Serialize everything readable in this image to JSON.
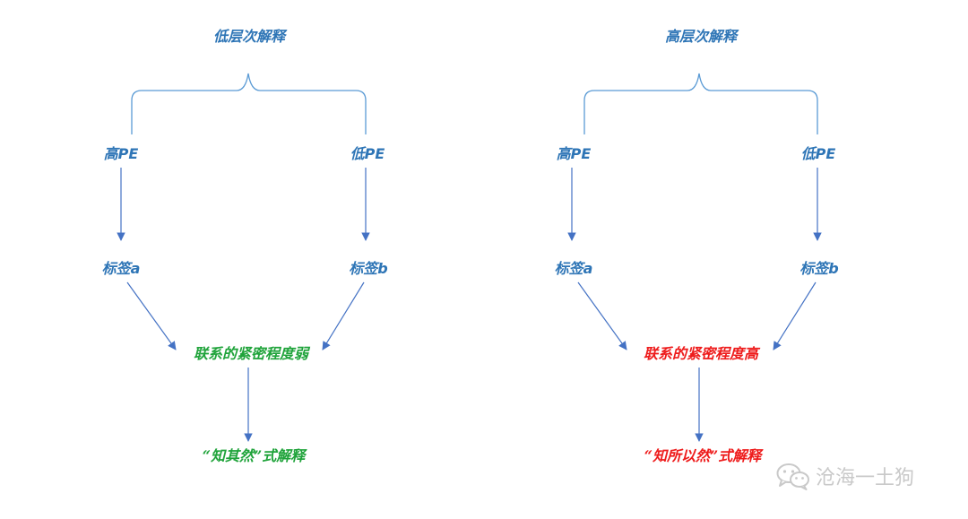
{
  "colors": {
    "line": "#4472c4",
    "brace": "#5b9bd5",
    "label_blue": "#2e75b6",
    "label_green": "#1fa33a",
    "label_red": "#ee1b1b",
    "watermark": "#c9c9c9"
  },
  "left": {
    "title": "低层次解释",
    "high_pe": "高PE",
    "low_pe": "低PE",
    "tag_a": "标签a",
    "tag_b": "标签b",
    "link": "联系的紧密程度弱",
    "result": "“知其然”式解释"
  },
  "right": {
    "title": "高层次解释",
    "high_pe": "高PE",
    "low_pe": "低PE",
    "tag_a": "标签a",
    "tag_b": "标签b",
    "link": "联系的紧密程度高",
    "result": "“知所以然”式解释"
  },
  "watermark": {
    "icon": "wechat-icon",
    "text": "沧海一土狗"
  }
}
